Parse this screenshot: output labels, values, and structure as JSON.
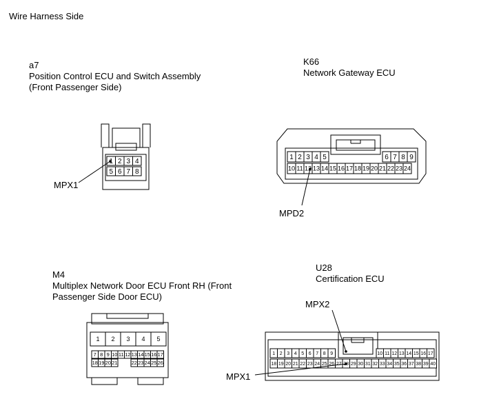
{
  "page_title": "Wire Harness Side",
  "connectors": {
    "a7": {
      "code": "a7",
      "name_lines": [
        "Position Control ECU and Switch Assembly",
        "(Front Passenger Side)"
      ],
      "rows": [
        [
          "1",
          "2",
          "3",
          "4"
        ],
        [
          "5",
          "6",
          "7",
          "8"
        ]
      ],
      "callout": "MPX1"
    },
    "k66": {
      "code": "K66",
      "name_lines": [
        "Network Gateway ECU"
      ],
      "row1_left": [
        "1",
        "2",
        "3",
        "4",
        "5"
      ],
      "row1_right": [
        "6",
        "7",
        "8",
        "9"
      ],
      "row2": [
        "10",
        "11",
        "12",
        "13",
        "14",
        "15",
        "16",
        "17",
        "18",
        "19",
        "20",
        "21",
        "22",
        "23",
        "24"
      ],
      "callout": "MPD2"
    },
    "m4": {
      "code": "M4",
      "name_lines": [
        "Multiplex Network Door ECU Front RH (Front",
        "Passenger Side Door ECU)"
      ],
      "row1": [
        "1",
        "2",
        "3",
        "4",
        "5"
      ],
      "row2_left": [
        "7",
        "8",
        "9",
        "10",
        "11",
        "12",
        "13",
        "14",
        "15",
        "16",
        "17"
      ],
      "row3_left": [
        "18",
        "19",
        "20",
        "21"
      ],
      "row3_right": [
        "22",
        "23",
        "24",
        "25",
        "26"
      ]
    },
    "u28": {
      "code": "U28",
      "name_lines": [
        "Certification ECU"
      ],
      "row1_left": [
        "1",
        "2",
        "3",
        "4",
        "5",
        "6",
        "7",
        "8",
        "9"
      ],
      "row1_right": [
        "10",
        "11",
        "12",
        "13",
        "14",
        "15",
        "16",
        "17"
      ],
      "row2": [
        "18",
        "19",
        "20",
        "21",
        "22",
        "23",
        "24",
        "25",
        "26",
        "27",
        "28",
        "29",
        "30",
        "31",
        "32",
        "33",
        "34",
        "35",
        "36",
        "37",
        "38",
        "39",
        "40"
      ],
      "callouts": [
        "MPX2",
        "MPX1"
      ]
    }
  }
}
